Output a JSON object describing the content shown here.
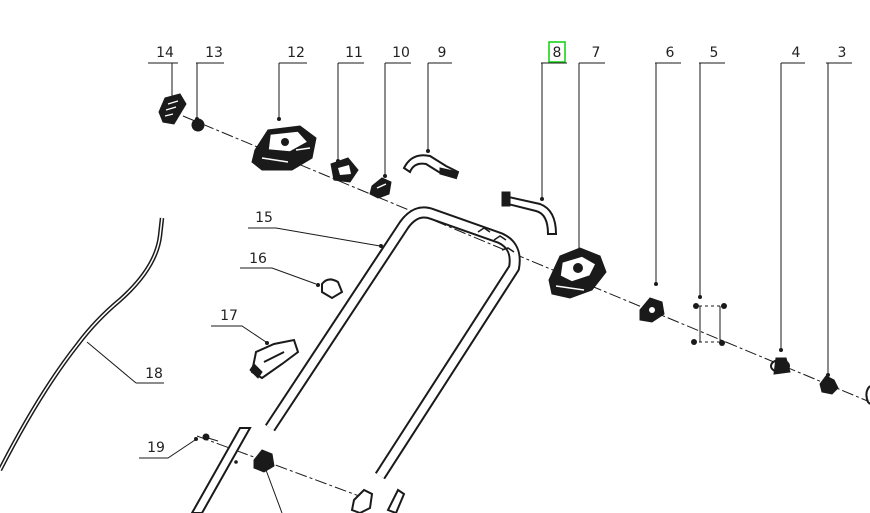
{
  "diagram": {
    "callouts": [
      "14",
      "13",
      "12",
      "11",
      "10",
      "9",
      "8",
      "7",
      "6",
      "5",
      "4",
      "3",
      "15",
      "16",
      "17",
      "18",
      "19"
    ],
    "highlight_color": "#1bd31b",
    "line_color": "#1a1a1a"
  }
}
